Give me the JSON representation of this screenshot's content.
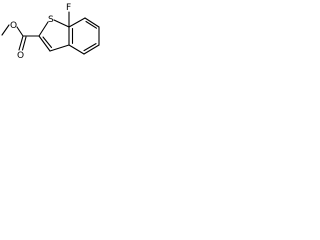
{
  "molecule": {
    "atom_labels": {
      "fluorine": "F",
      "sulfur": "S",
      "carbonyl_oxygen": "O",
      "ester_oxygen": "O"
    },
    "colors": {
      "bond": "#000000",
      "label": "#000000",
      "background": "#ffffff"
    }
  }
}
